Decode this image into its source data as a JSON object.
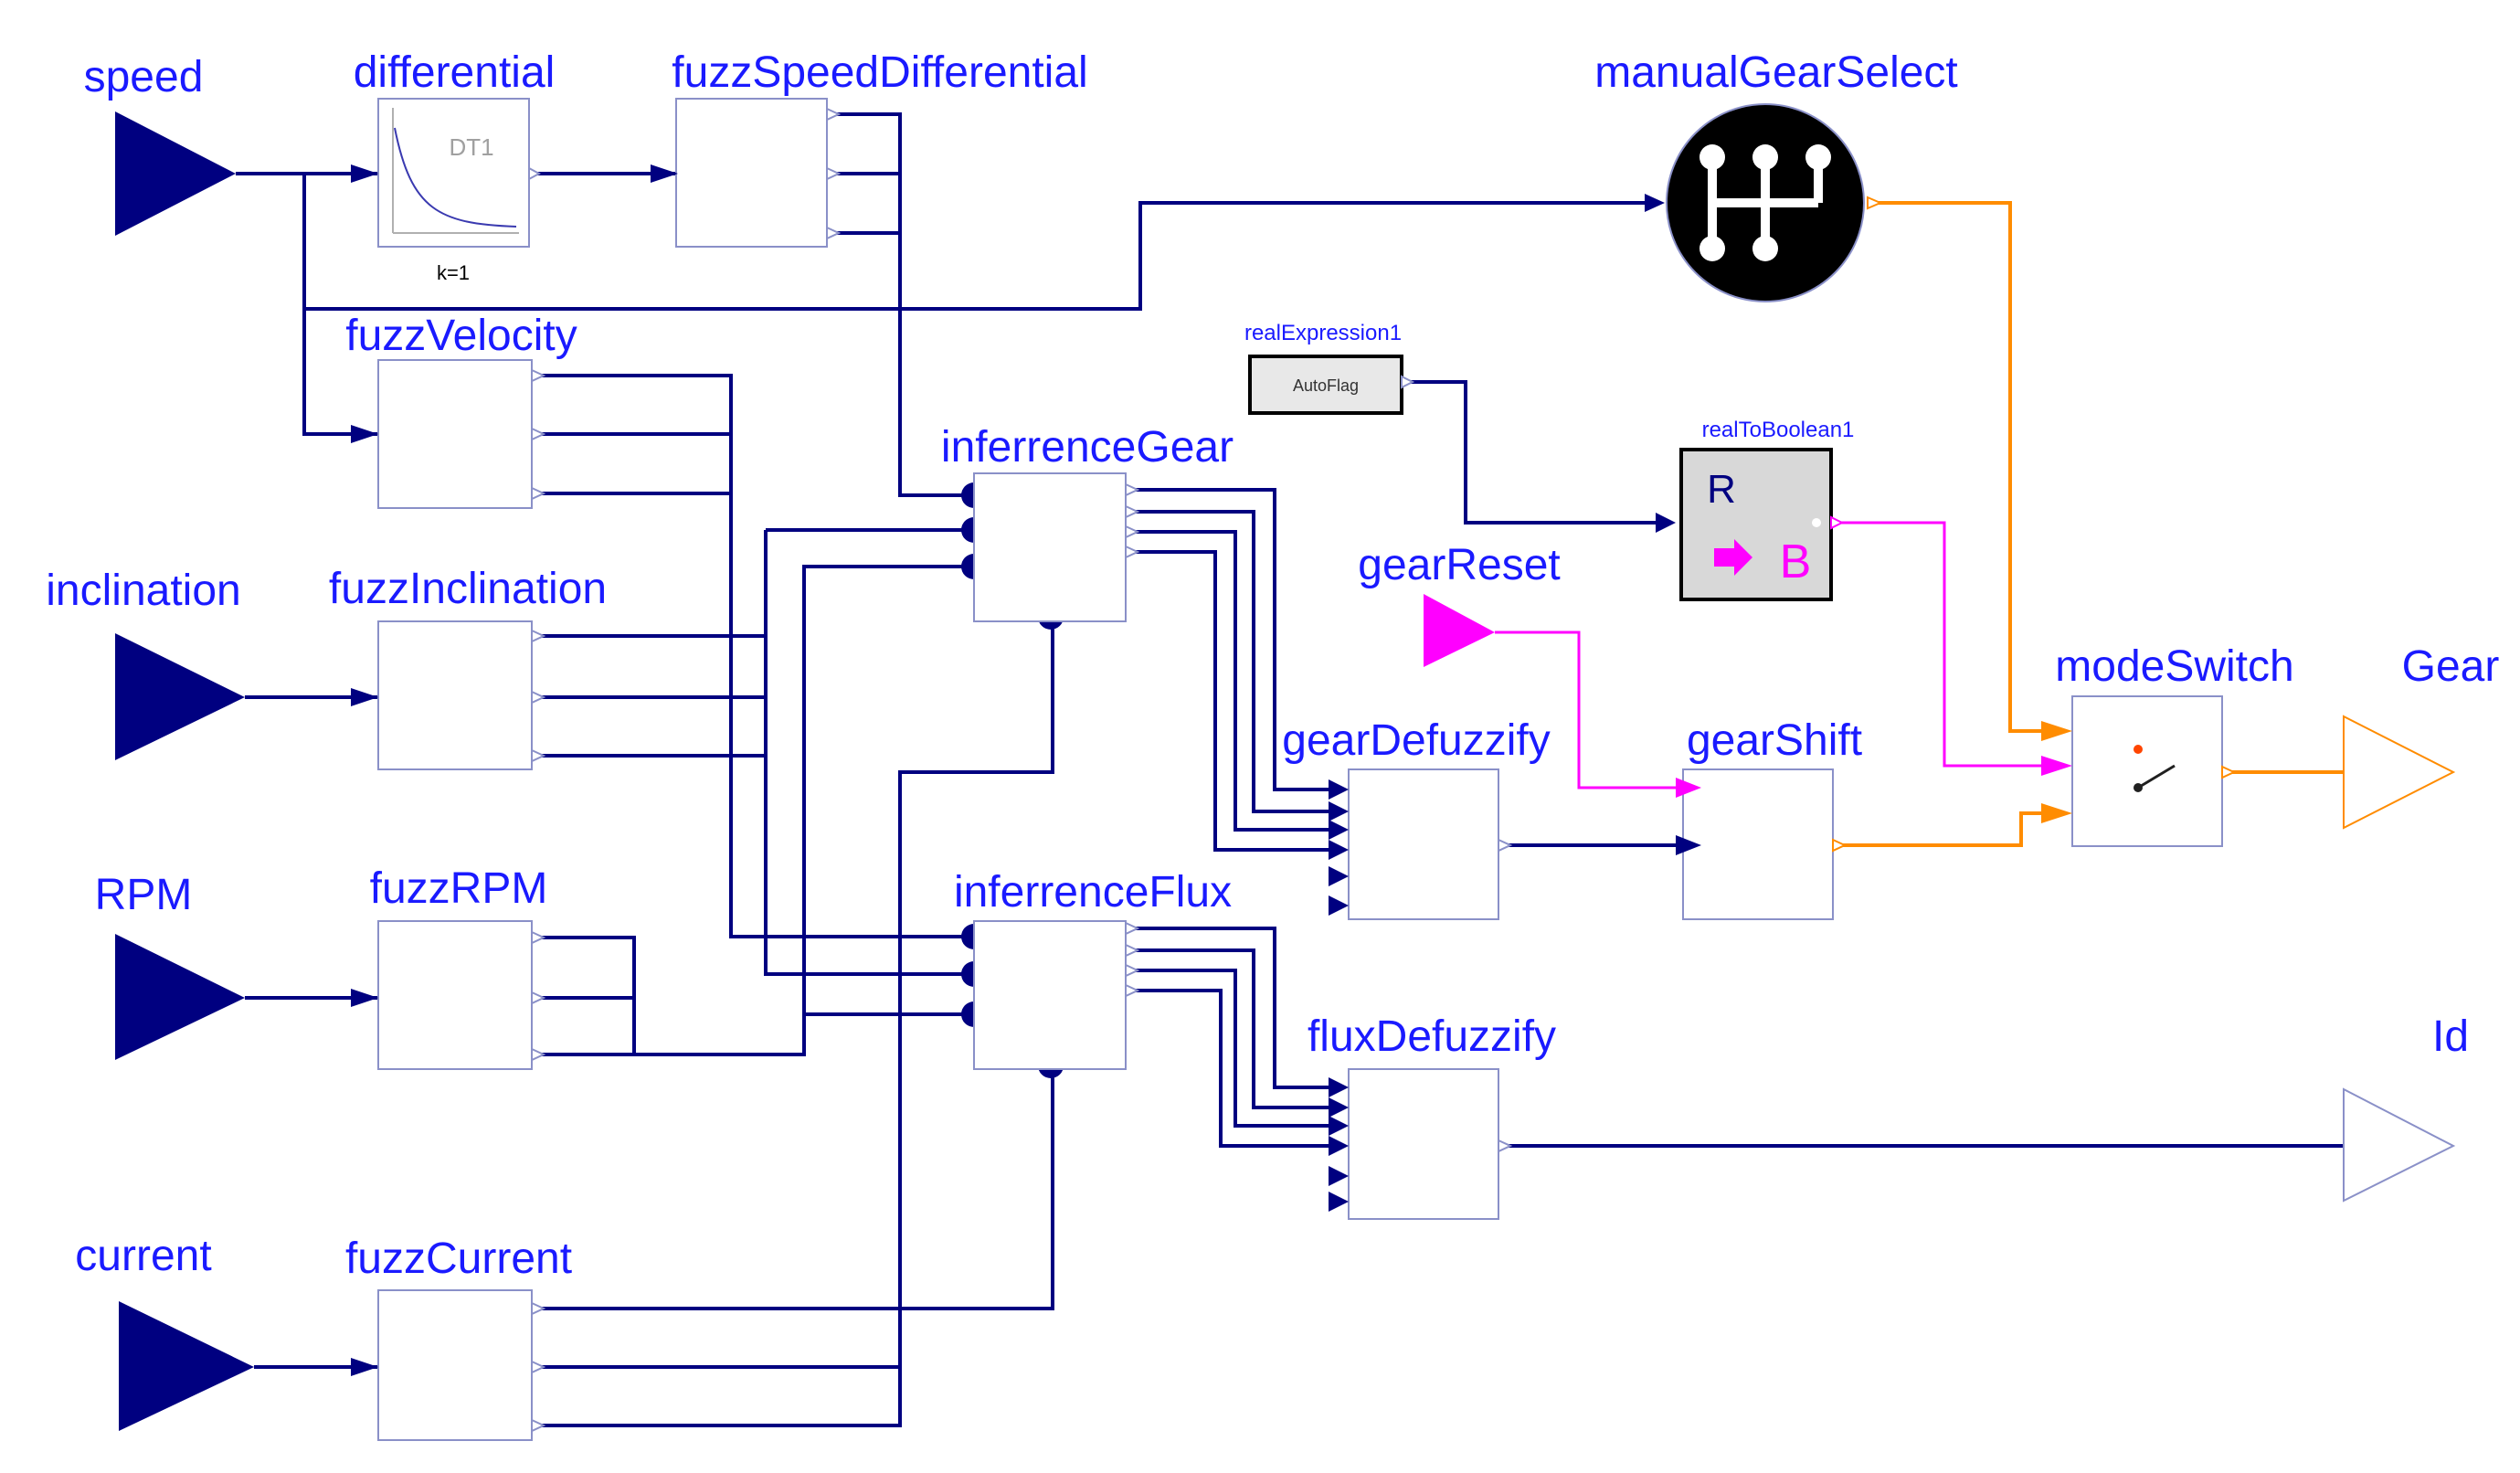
{
  "inputs": {
    "speed": "speed",
    "inclination": "inclination",
    "rpm": "RPM",
    "current": "current",
    "gear_reset": "gearReset"
  },
  "outputs": {
    "gear": "Gear",
    "id": "Id"
  },
  "blocks": {
    "differential": "differential",
    "differential_icon_text": "DT1",
    "differential_param": "k=1",
    "fuzz_speed_differential": "fuzzSpeedDifferential",
    "fuzz_velocity": "fuzzVelocity",
    "fuzz_inclination": "fuzzInclination",
    "fuzz_rpm": "fuzzRPM",
    "fuzz_current": "fuzzCurrent",
    "inference_gear": "inferrenceGear",
    "inference_flux": "inferrenceFlux",
    "gear_defuzzify": "gearDefuzzify",
    "flux_defuzzify": "fluxDefuzzify",
    "gear_shift": "gearShift",
    "mode_switch": "modeSwitch",
    "manual_gear_select": "manualGearSelect",
    "real_expression": "realExpression1",
    "real_expression_value": "AutoFlag",
    "real_to_boolean": "realToBoolean1",
    "real_to_boolean_r": "R",
    "real_to_boolean_b": "B"
  },
  "colors": {
    "real_signal": "#000080",
    "integer_signal": "#ff8c00",
    "boolean_signal": "#ff00ff",
    "label": "#1a1aff"
  }
}
